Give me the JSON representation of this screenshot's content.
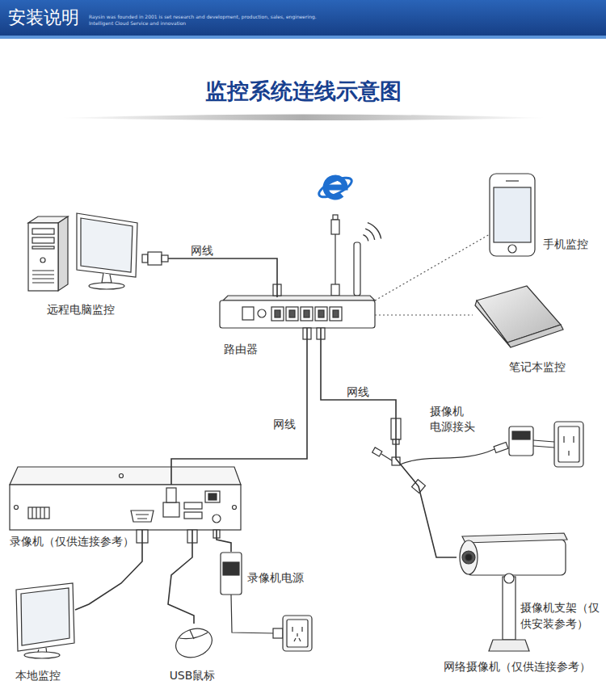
{
  "diagram": {
    "title": "监控系统连线示意图",
    "nodes": [
      {
        "text": [
          "远程电脑监控"
        ]
      },
      {
        "text": [
          "路由器"
        ]
      },
      {
        "text": [
          "手机监控"
        ]
      },
      {
        "text": [
          "笔记本监控"
        ]
      },
      {
        "text": [
          "录像机（仅供连接参考）"
        ]
      },
      {
        "text": [
          "录像机电源"
        ]
      },
      {
        "text": [
          "网络摄像机（仅供连接参考）"
        ]
      },
      {
        "text": [
          "本地监控"
        ]
      },
      {
        "text": [
          "USB鼠标"
        ]
      }
    ],
    "edges": [
      {
        "from": 0,
        "to": 1,
        "label": "网线",
        "arrow": "none"
      },
      {
        "from": 1,
        "to": 2,
        "arrow": "none"
      },
      {
        "from": 1,
        "to": 3,
        "arrow": "none"
      },
      {
        "from": 1,
        "to": 4,
        "label": "网线",
        "arrow": "none"
      },
      {
        "from": 1,
        "to": 6,
        "label": "网线",
        "arrow": "none"
      },
      {
        "from": 4,
        "to": 7,
        "arrow": "none"
      },
      {
        "from": 4,
        "to": 8,
        "arrow": "none"
      },
      {
        "from": 4,
        "to": 5,
        "arrow": "none"
      }
    ],
    "labels": [
      "安装说明",
      "Raysin was founded in 2001 is set research and development, production, sales, engineering.",
      "Intelligent Cloud Service and innovation",
      "摄像机 电源接头",
      "摄像机支架（仅供安装参考）"
    ]
  }
}
